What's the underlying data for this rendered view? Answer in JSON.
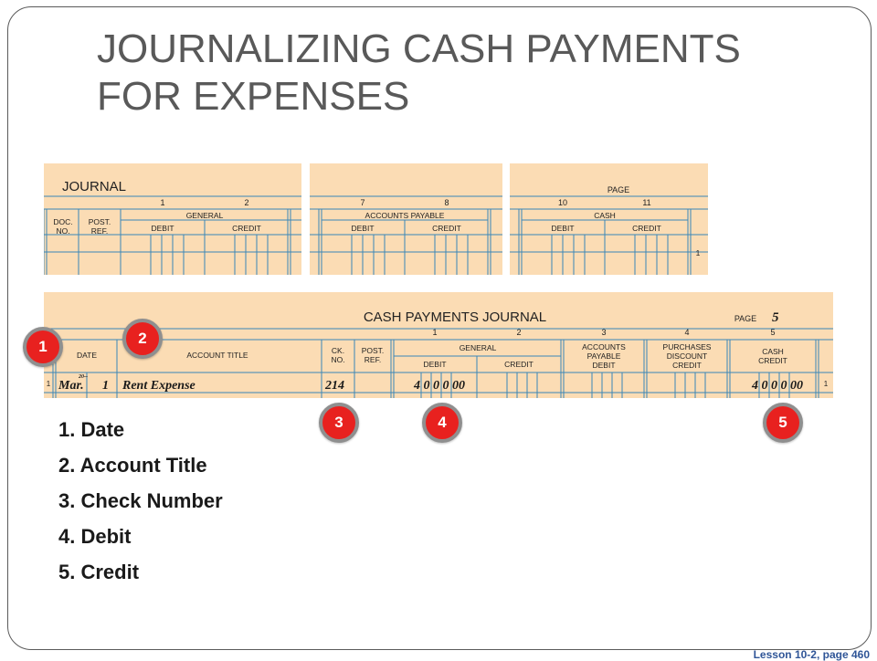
{
  "title": "JOURNALIZING CASH PAYMENTS FOR EXPENSES",
  "journal": {
    "heading": "JOURNAL",
    "page_label": "PAGE",
    "col_numbers": [
      "1",
      "2",
      "7",
      "8",
      "10",
      "11"
    ],
    "doc_no": [
      "DOC.",
      "NO."
    ],
    "post_ref": [
      "POST.",
      "REF."
    ],
    "general": "GENERAL",
    "accounts_payable": "ACCOUNTS PAYABLE",
    "cash": "CASH",
    "debit": "DEBIT",
    "credit": "CREDIT",
    "line_number": "1"
  },
  "cash_payments_journal": {
    "heading": "CASH PAYMENTS JOURNAL",
    "page_label": "PAGE",
    "page_number": "5",
    "col_numbers": [
      "1",
      "2",
      "3",
      "4",
      "5"
    ],
    "date": "DATE",
    "account_title": "ACCOUNT TITLE",
    "ck_no": [
      "CK.",
      "NO."
    ],
    "post_ref": [
      "POST.",
      "REF."
    ],
    "general": "GENERAL",
    "debit": "DEBIT",
    "credit": "CREDIT",
    "accounts_payable_debit": [
      "ACCOUNTS",
      "PAYABLE",
      "DEBIT"
    ],
    "purchases_discount_credit": [
      "PURCHASES",
      "DISCOUNT",
      "CREDIT"
    ],
    "cash_credit": [
      "CASH",
      "CREDIT"
    ],
    "entry": {
      "line": "1",
      "year": "20--",
      "month": "Mar.",
      "day": "1",
      "account_title": "Rent Expense",
      "ck_no": "214",
      "general_debit": "4 0 0 0 00",
      "cash_credit": "4 0 0 0 00"
    }
  },
  "callouts": [
    "1",
    "2",
    "3",
    "4",
    "5"
  ],
  "legend": [
    "1. Date",
    "2. Account Title",
    "3. Check Number",
    "4. Debit",
    "5. Credit"
  ],
  "footer": "Lesson 10-2, page 460",
  "colors": {
    "ledger_paper": "#fbdcb4",
    "ledger_lines": "#3a86b8",
    "callout_fill": "#e8211f",
    "title": "#595959"
  }
}
